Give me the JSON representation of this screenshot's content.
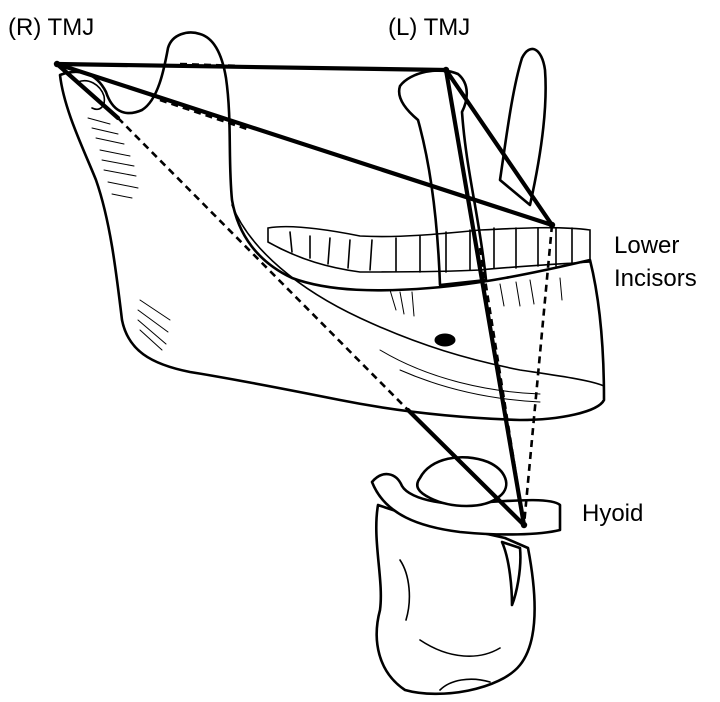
{
  "labels": {
    "right_tmj": "(R) TMJ",
    "left_tmj": "(L) TMJ",
    "lower": "Lower",
    "incisors": "Incisors",
    "hyoid": "Hyoid"
  },
  "colors": {
    "line": "#000000",
    "background": "#ffffff"
  }
}
